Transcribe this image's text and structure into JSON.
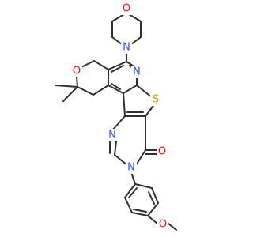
{
  "molecule": {
    "atoms": [
      {
        "id": "O_morph",
        "label": "O",
        "color": "#ff0d0d"
      },
      {
        "id": "N_morph",
        "label": "N",
        "color": "#3050f8"
      },
      {
        "id": "N_pyr",
        "label": "N",
        "color": "#3050f8"
      },
      {
        "id": "O_pyran",
        "label": "O",
        "color": "#ff0d0d"
      },
      {
        "id": "S_thio",
        "label": "S",
        "color": "#c8a000"
      },
      {
        "id": "N_pym1",
        "label": "N",
        "color": "#3050f8"
      },
      {
        "id": "O_carbonyl",
        "label": "O",
        "color": "#ff0d0d"
      },
      {
        "id": "N_pym2",
        "label": "N",
        "color": "#3050f8"
      },
      {
        "id": "O_methoxy",
        "label": "O",
        "color": "#ff0d0d"
      }
    ]
  }
}
